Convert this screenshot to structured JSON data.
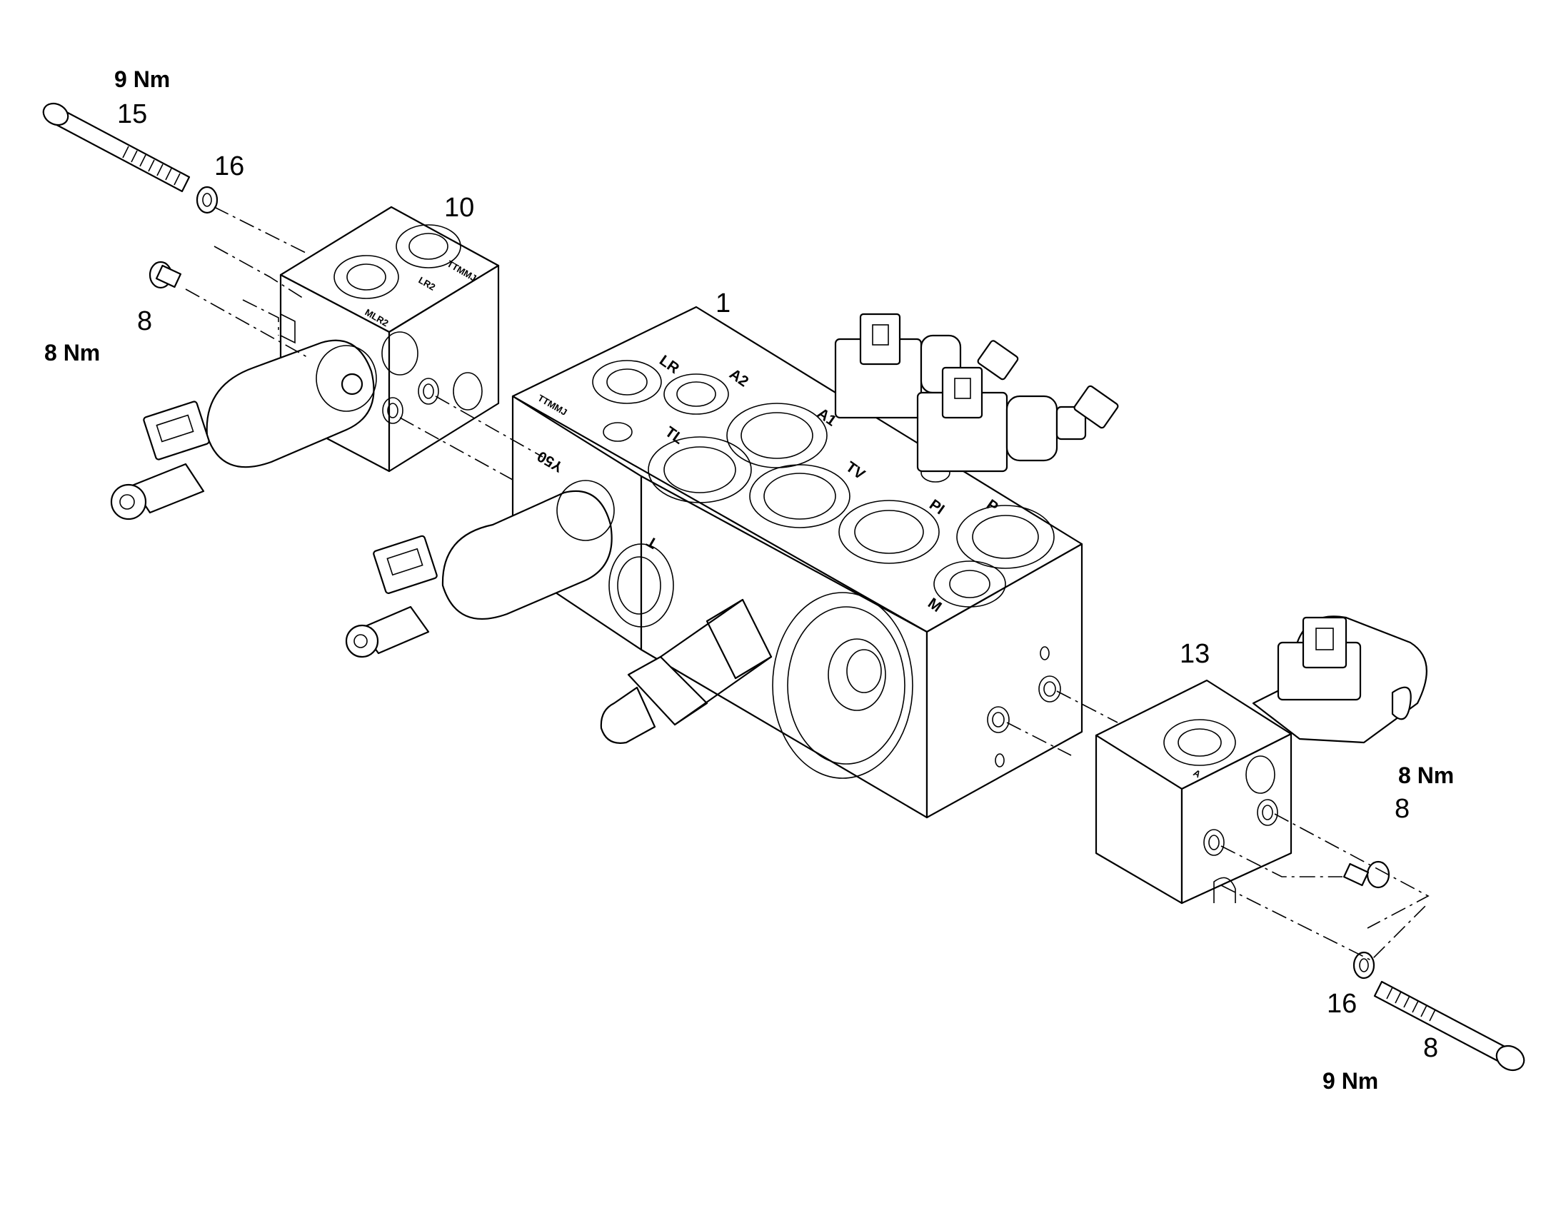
{
  "callouts": {
    "main_block": "1",
    "bolt_top": "15",
    "washer_top": "16",
    "valve_left": "10",
    "plug_top": "8",
    "valve_right": "13",
    "plug_right": "8",
    "washer_bottom": "16",
    "bolt_bottom": "8"
  },
  "torques": {
    "bolt_top": "9 Nm",
    "plug_top": "8 Nm",
    "plug_right": "8 Nm",
    "bolt_bottom": "9 Nm"
  },
  "port_labels": {
    "lr": "LR",
    "a2": "A2",
    "a1": "A1",
    "tl": "TL",
    "tv": "TV",
    "pi": "PI",
    "p": "P",
    "m": "M",
    "t": "T",
    "y50": "Y50",
    "ttmmj_main": "TTMMJ",
    "lr2": "LR2",
    "ttmmj_left": "TTMMJ",
    "mlr2": "MLR2",
    "a": "A"
  }
}
